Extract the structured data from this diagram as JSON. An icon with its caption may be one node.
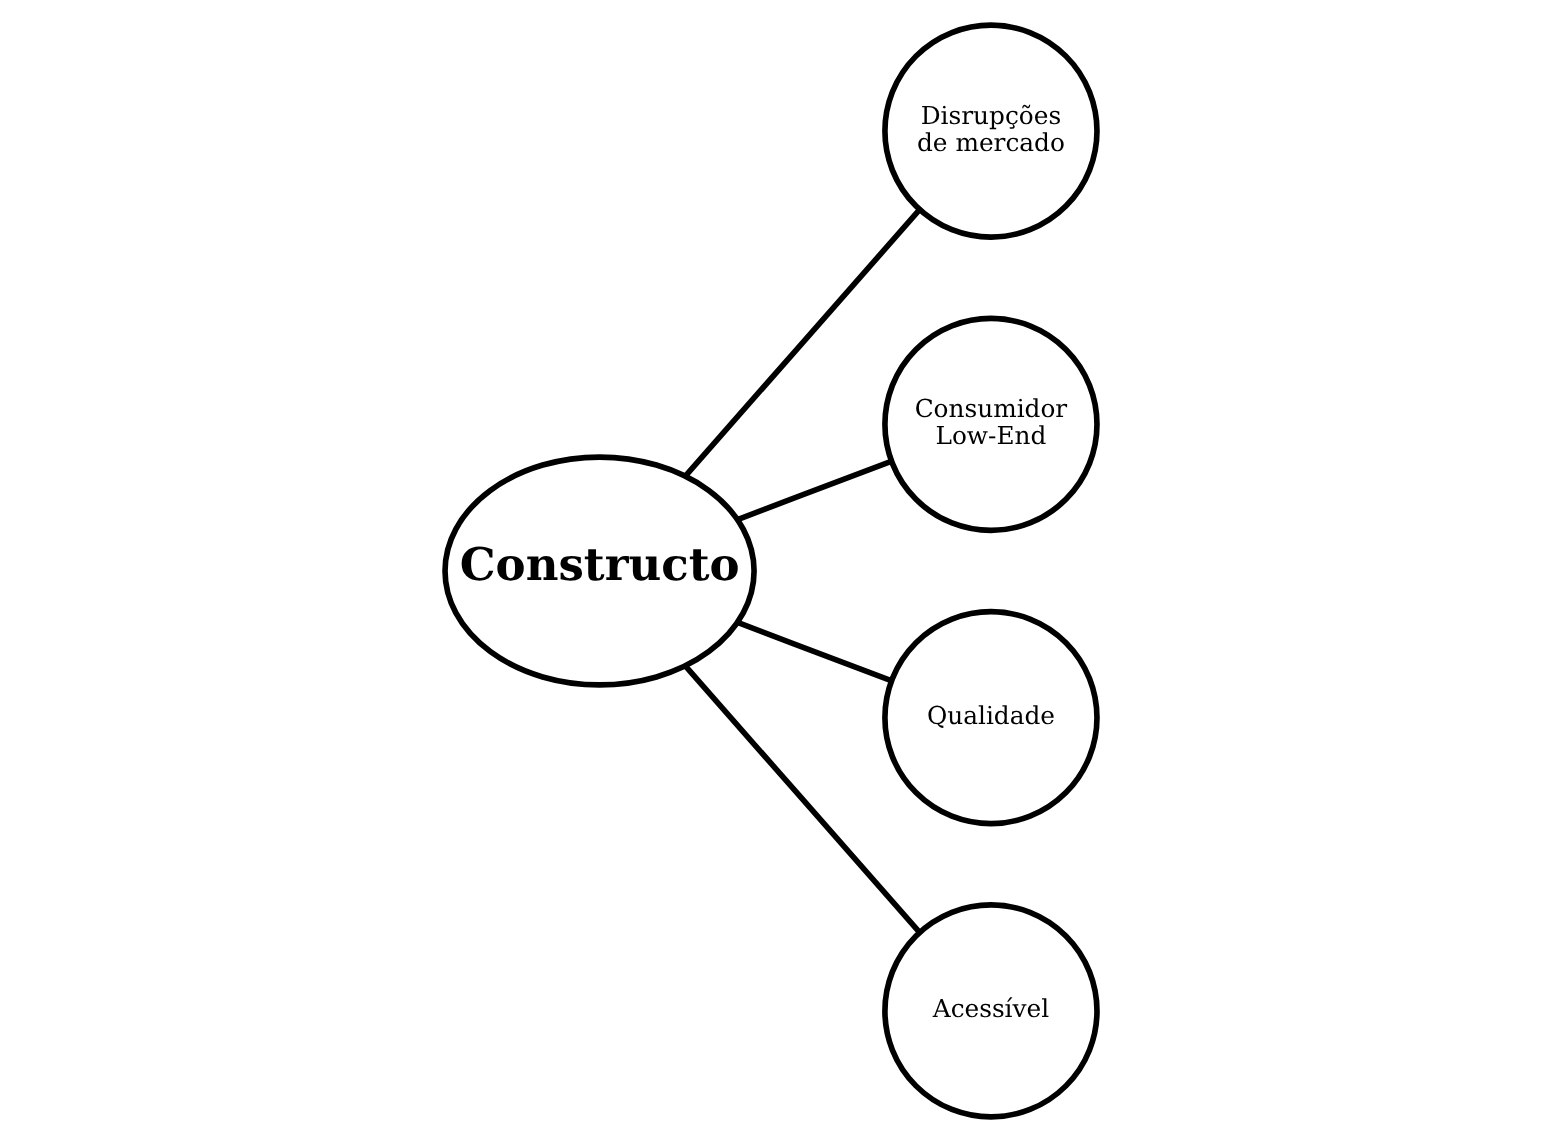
{
  "diagram": {
    "nodes": [
      {
        "text": [
          "Constructo"
        ]
      },
      {
        "text": [
          "Disrupções de mercado"
        ]
      },
      {
        "text": [
          "Consumidor Low-End"
        ]
      },
      {
        "text": [
          "Qualidade"
        ]
      },
      {
        "text": [
          "Acessível"
        ]
      }
    ],
    "edges": [
      {
        "from": 0,
        "to": 1,
        "arrow": "none"
      },
      {
        "from": 0,
        "to": 2,
        "arrow": "none"
      },
      {
        "from": 0,
        "to": 3,
        "arrow": "none"
      },
      {
        "from": 0,
        "to": 4,
        "arrow": "none"
      }
    ]
  }
}
